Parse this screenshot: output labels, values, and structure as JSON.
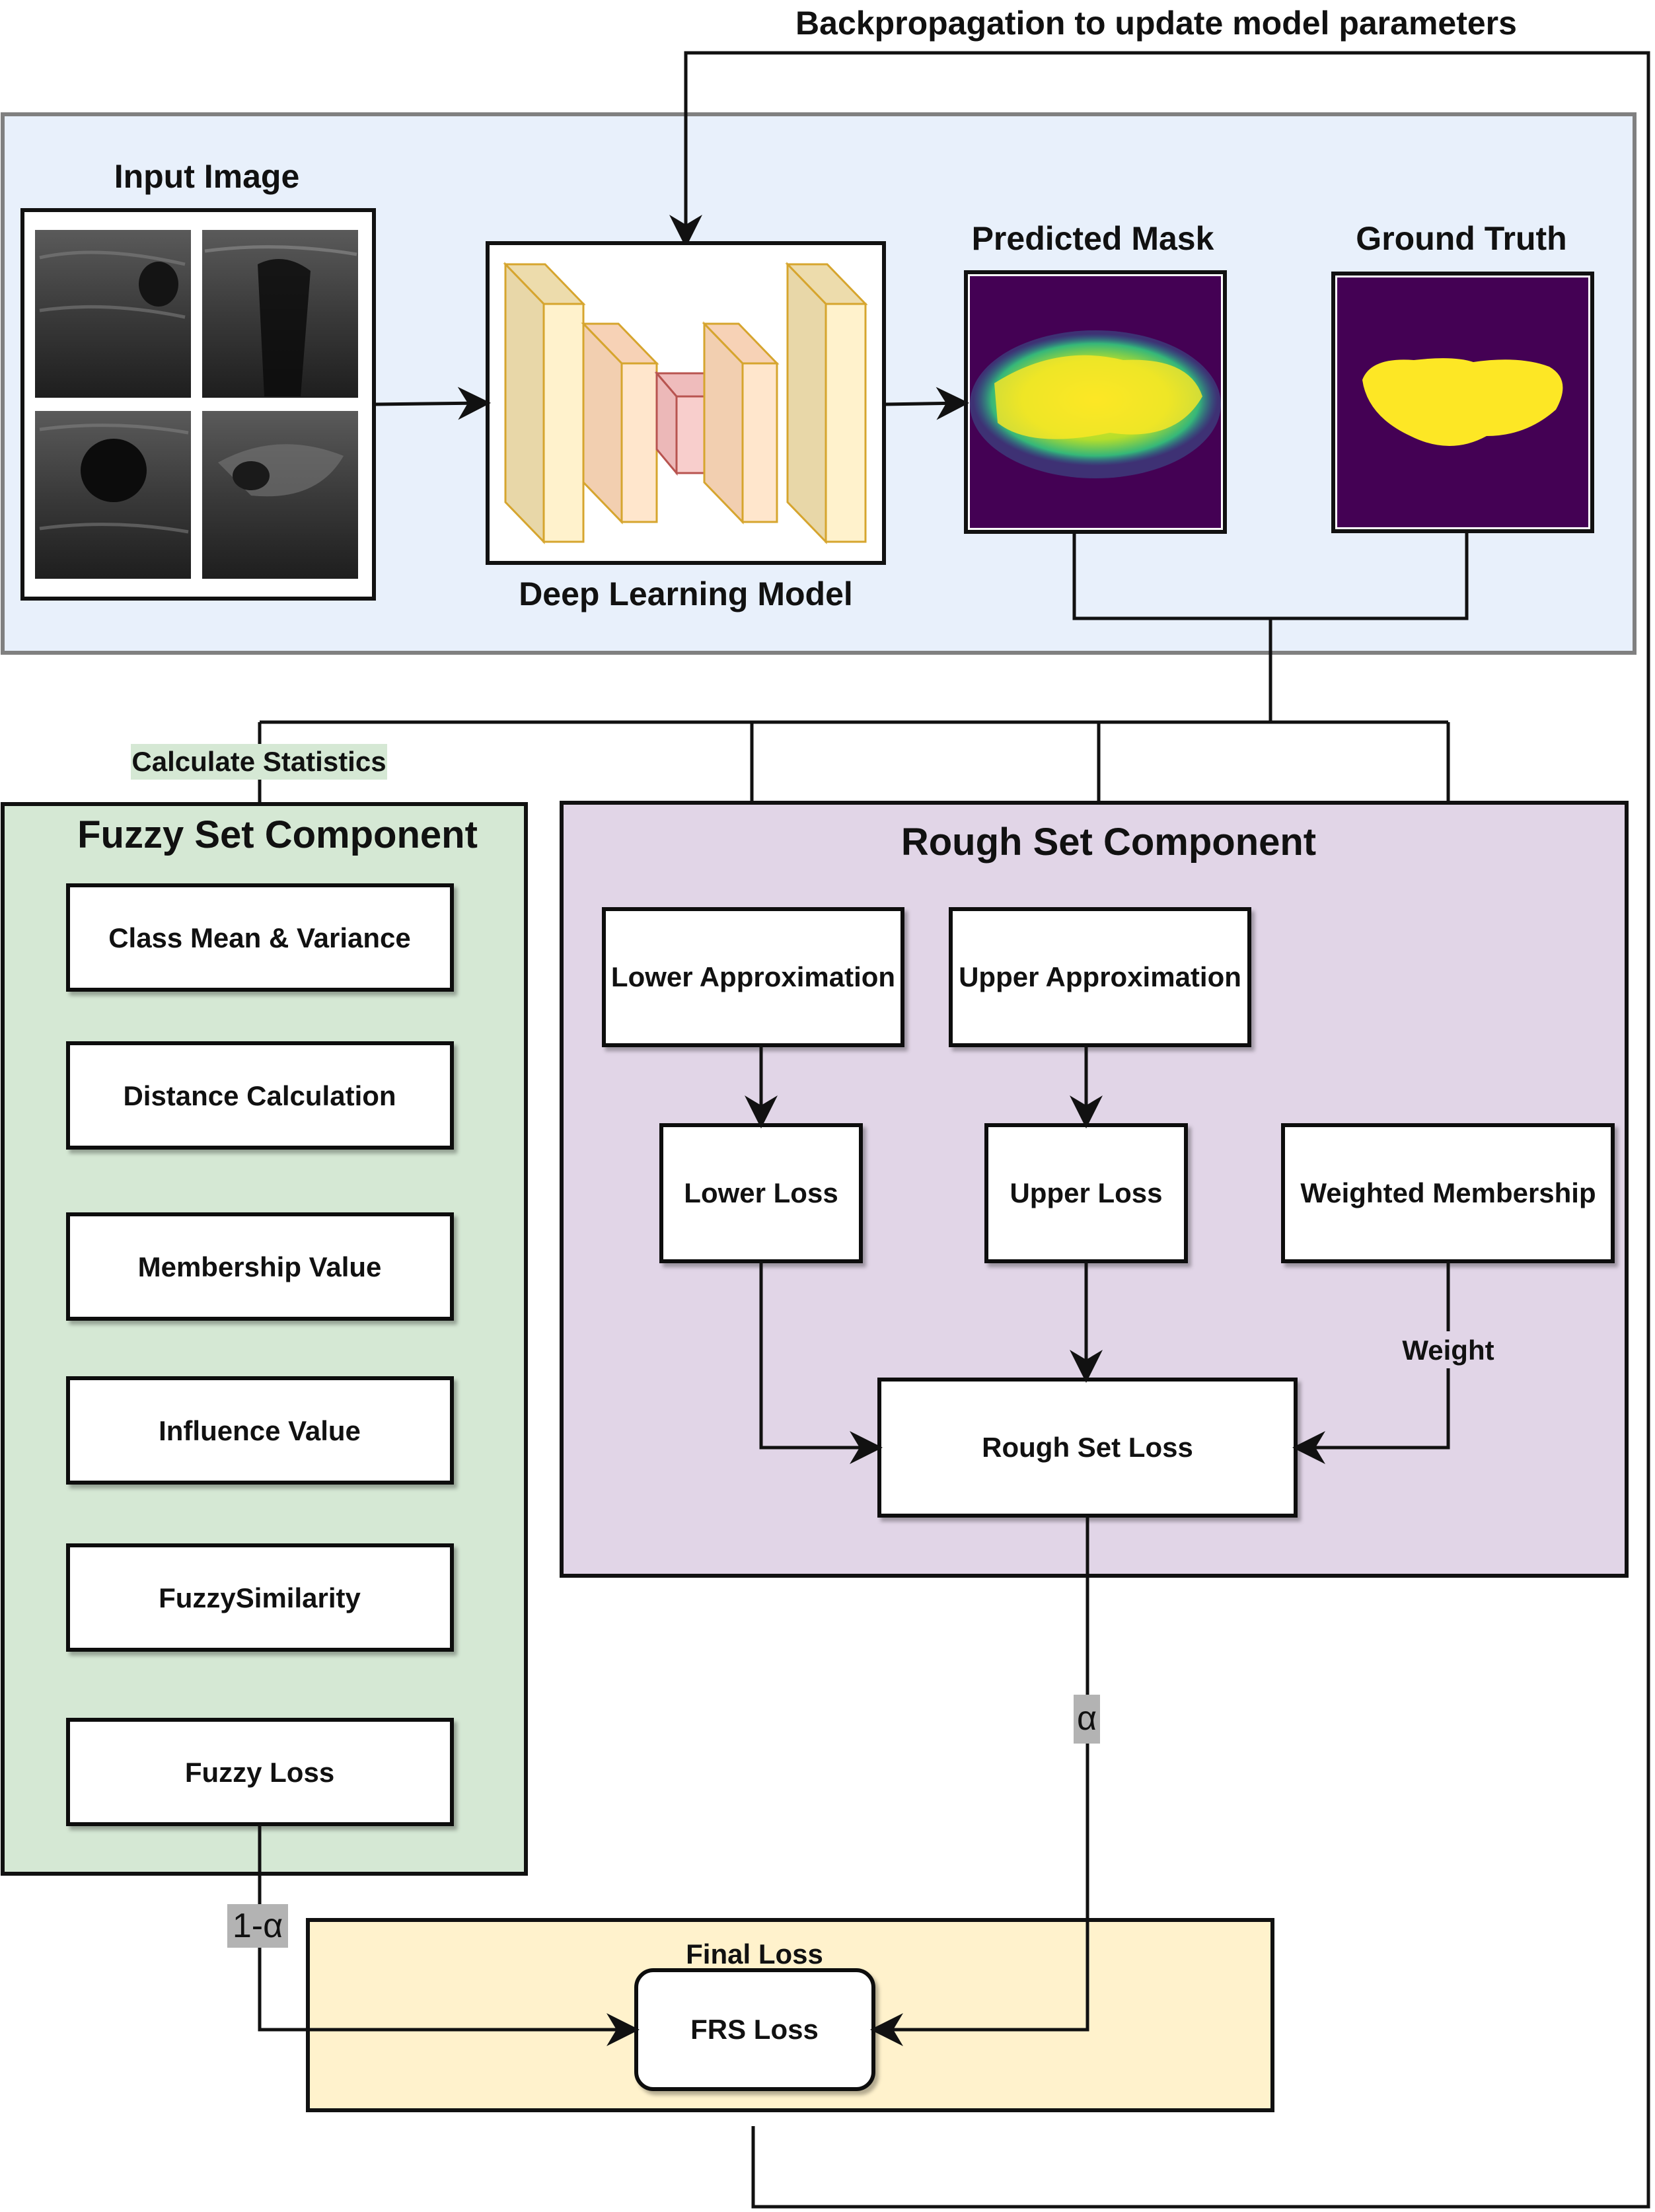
{
  "backprop": {
    "label": "Backpropagation to update model parameters"
  },
  "model_panel": {
    "input_title": "Input Image",
    "model_title": "Deep Learning Model",
    "pred_title": "Predicted Mask",
    "gt_title": "Ground Truth"
  },
  "calc_stats": {
    "label": "Calculate Statistics"
  },
  "fuzzy": {
    "title": "Fuzzy Set Component",
    "items": [
      "Class Mean & Variance",
      "Distance Calculation",
      "Membership Value",
      "Influence Value",
      "FuzzySimilarity",
      "Fuzzy Loss"
    ]
  },
  "rough": {
    "title": "Rough Set Component",
    "lower_approx": "Lower Approximation",
    "upper_approx": "Upper Approximation",
    "lower_loss": "Lower Loss",
    "upper_loss": "Upper Loss",
    "weighted_membership": "Weighted Membership",
    "weight_label": "Weight",
    "rough_loss": "Rough Set Loss"
  },
  "weights": {
    "alpha": "α",
    "one_minus_alpha": "1-α"
  },
  "final": {
    "title": "Final Loss",
    "frs_loss": "FRS Loss"
  },
  "colors": {
    "model_panel_bg": "#e8f0fb",
    "fuzzy_bg": "#d5e8d4",
    "rough_bg": "#e1d5e7",
    "final_bg": "#fff2cc",
    "mask_bg": "#440154",
    "mask_fg": "#fde725",
    "mask_mid": "#35b779",
    "weight_label_bg": "#b3b3b3"
  }
}
